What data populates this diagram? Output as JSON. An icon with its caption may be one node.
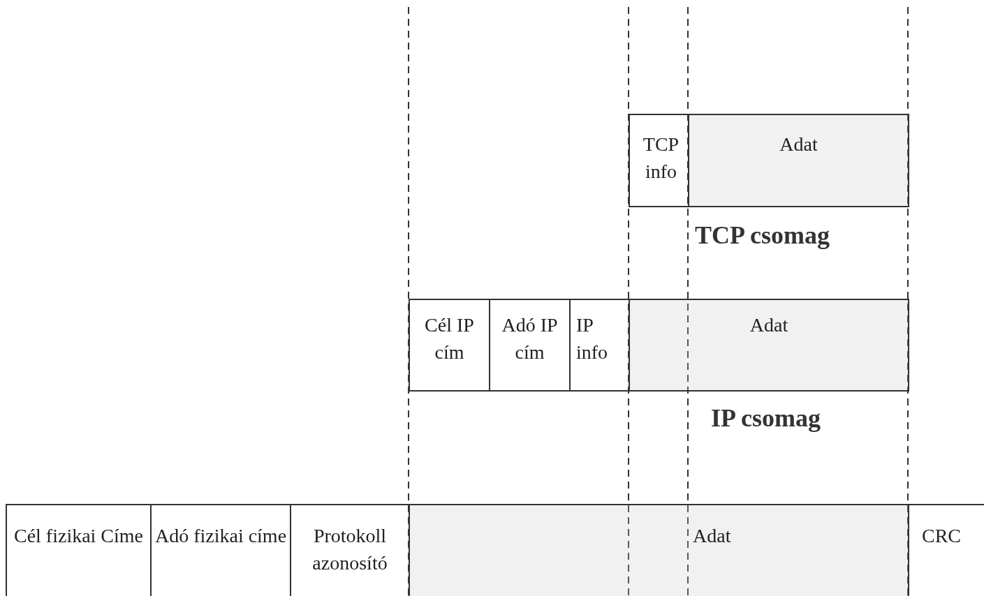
{
  "diagram": {
    "nodes": [
      {
        "text": [
          "TCP info"
        ]
      },
      {
        "text": [
          "Adat"
        ]
      },
      {
        "text": [
          "Cél IP cím"
        ]
      },
      {
        "text": [
          "Adó IP cím"
        ]
      },
      {
        "text": [
          "IP info"
        ]
      },
      {
        "text": [
          "Adat"
        ]
      },
      {
        "text": [
          "Cél fizikai Címe"
        ]
      },
      {
        "text": [
          "Adó fizikai címe"
        ]
      },
      {
        "text": [
          "Protokoll azonosító"
        ]
      },
      {
        "text": [
          "Adat"
        ]
      },
      {
        "text": [
          "CRC"
        ]
      }
    ],
    "labels": [
      "TCP csomag",
      "IP csomag"
    ]
  }
}
